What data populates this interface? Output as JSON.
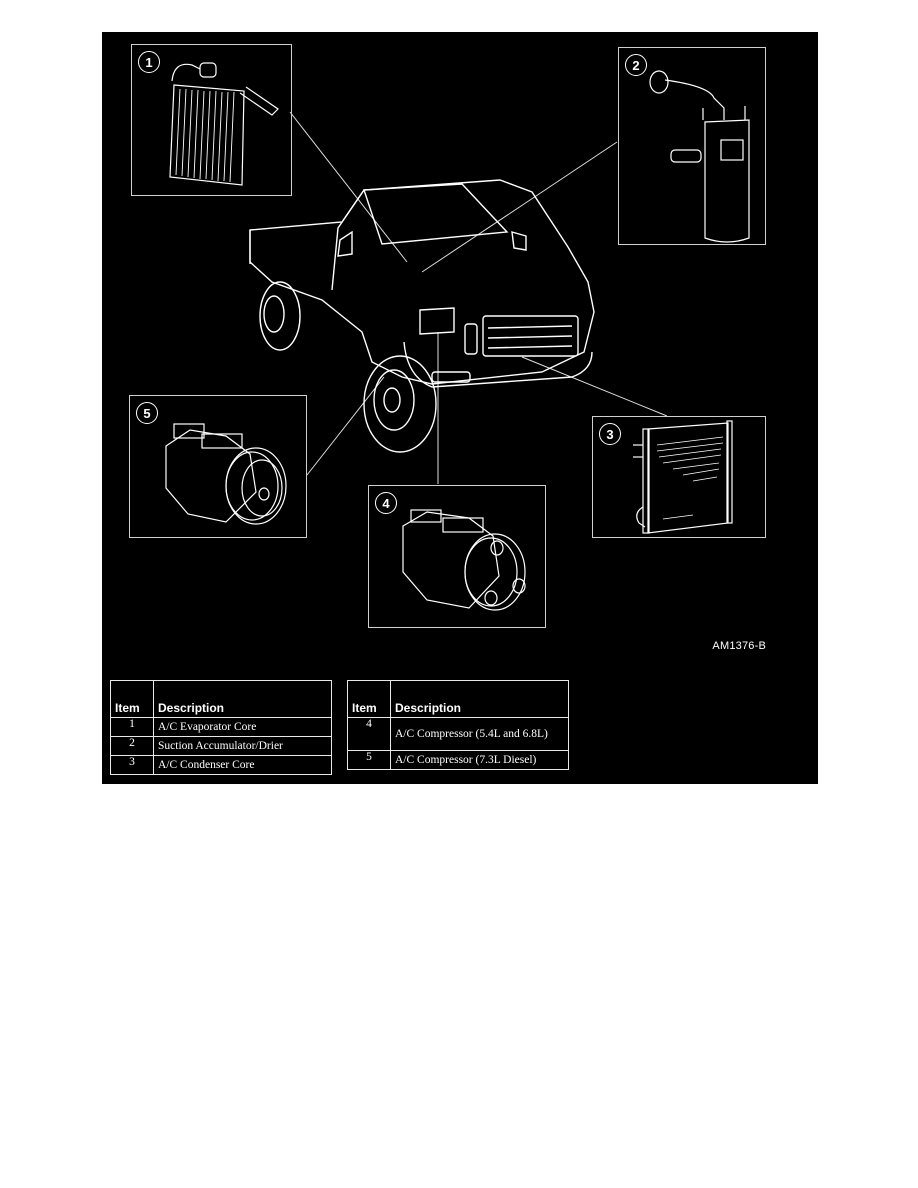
{
  "figure": {
    "reference_code": "AM1376-B",
    "callouts": [
      {
        "number": "1",
        "component": "evaporator-core"
      },
      {
        "number": "2",
        "component": "suction-accumulator-drier"
      },
      {
        "number": "3",
        "component": "condenser-core"
      },
      {
        "number": "4",
        "component": "compressor-5.4L-6.8L"
      },
      {
        "number": "5",
        "component": "compressor-7.3L-diesel"
      }
    ]
  },
  "tables": [
    {
      "headers": {
        "item": "Item",
        "description": "Description"
      },
      "rows": [
        {
          "item": "1",
          "description": "A/C Evaporator Core"
        },
        {
          "item": "2",
          "description": "Suction Accumulator/Drier"
        },
        {
          "item": "3",
          "description": "A/C Condenser Core"
        }
      ]
    },
    {
      "headers": {
        "item": "Item",
        "description": "Description"
      },
      "rows": [
        {
          "item": "4",
          "description": "A/C Compressor (5.4L and 6.8L)"
        },
        {
          "item": "5",
          "description": "A/C Compressor (7.3L Diesel)"
        }
      ]
    }
  ]
}
